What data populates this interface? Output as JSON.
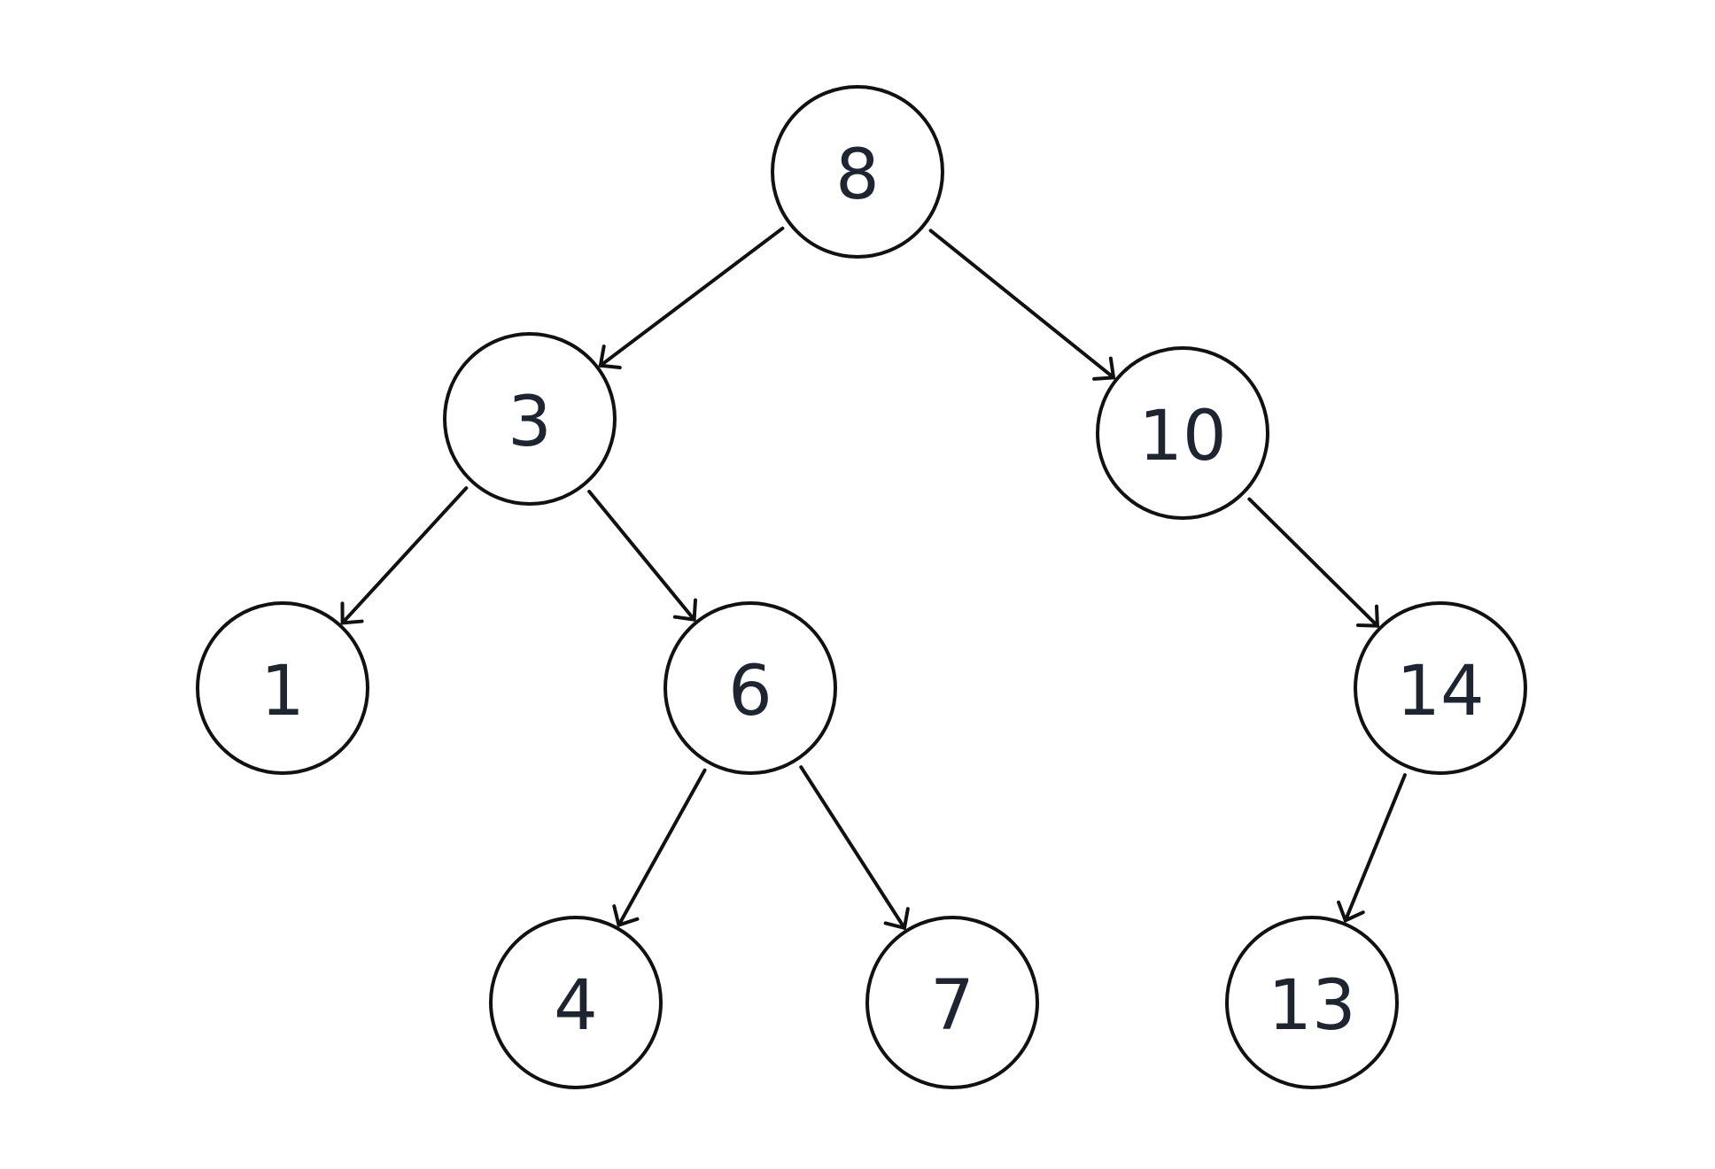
{
  "tree": {
    "nodes": [
      {
        "id": "n8",
        "label": "8"
      },
      {
        "id": "n3",
        "label": "3"
      },
      {
        "id": "n10",
        "label": "10"
      },
      {
        "id": "n1",
        "label": "1"
      },
      {
        "id": "n6",
        "label": "6"
      },
      {
        "id": "n14",
        "label": "14"
      },
      {
        "id": "n4",
        "label": "4"
      },
      {
        "id": "n7",
        "label": "7"
      },
      {
        "id": "n13",
        "label": "13"
      }
    ],
    "edges": [
      {
        "from": "n8",
        "to": "n3"
      },
      {
        "from": "n8",
        "to": "n10"
      },
      {
        "from": "n3",
        "to": "n1"
      },
      {
        "from": "n3",
        "to": "n6"
      },
      {
        "from": "n6",
        "to": "n4"
      },
      {
        "from": "n6",
        "to": "n7"
      },
      {
        "from": "n10",
        "to": "n14"
      },
      {
        "from": "n14",
        "to": "n13"
      }
    ]
  }
}
